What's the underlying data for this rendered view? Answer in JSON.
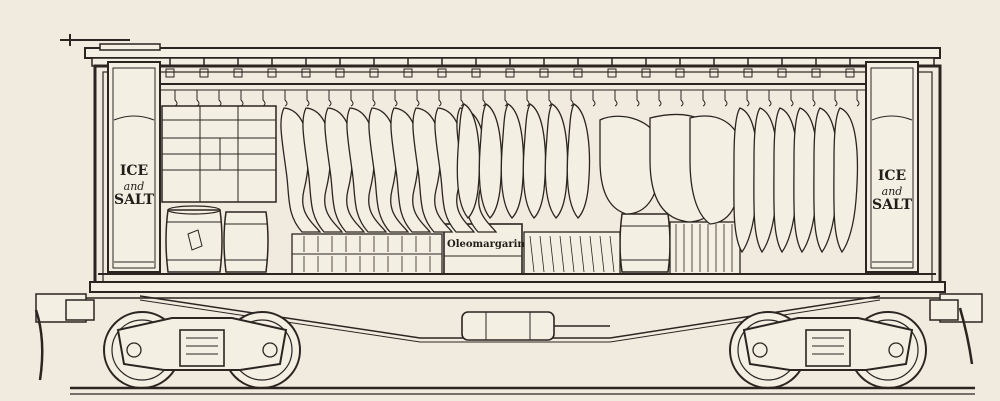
{
  "ice_left": {
    "line1": "ICE",
    "line2": "and",
    "line3": "SALT"
  },
  "ice_right": {
    "line1": "ICE",
    "line2": "and",
    "line3": "SALT"
  },
  "crate_label": "Oleomargarine",
  "colors": {
    "ink": "#2a2520",
    "paper": "#f1ebdf"
  }
}
